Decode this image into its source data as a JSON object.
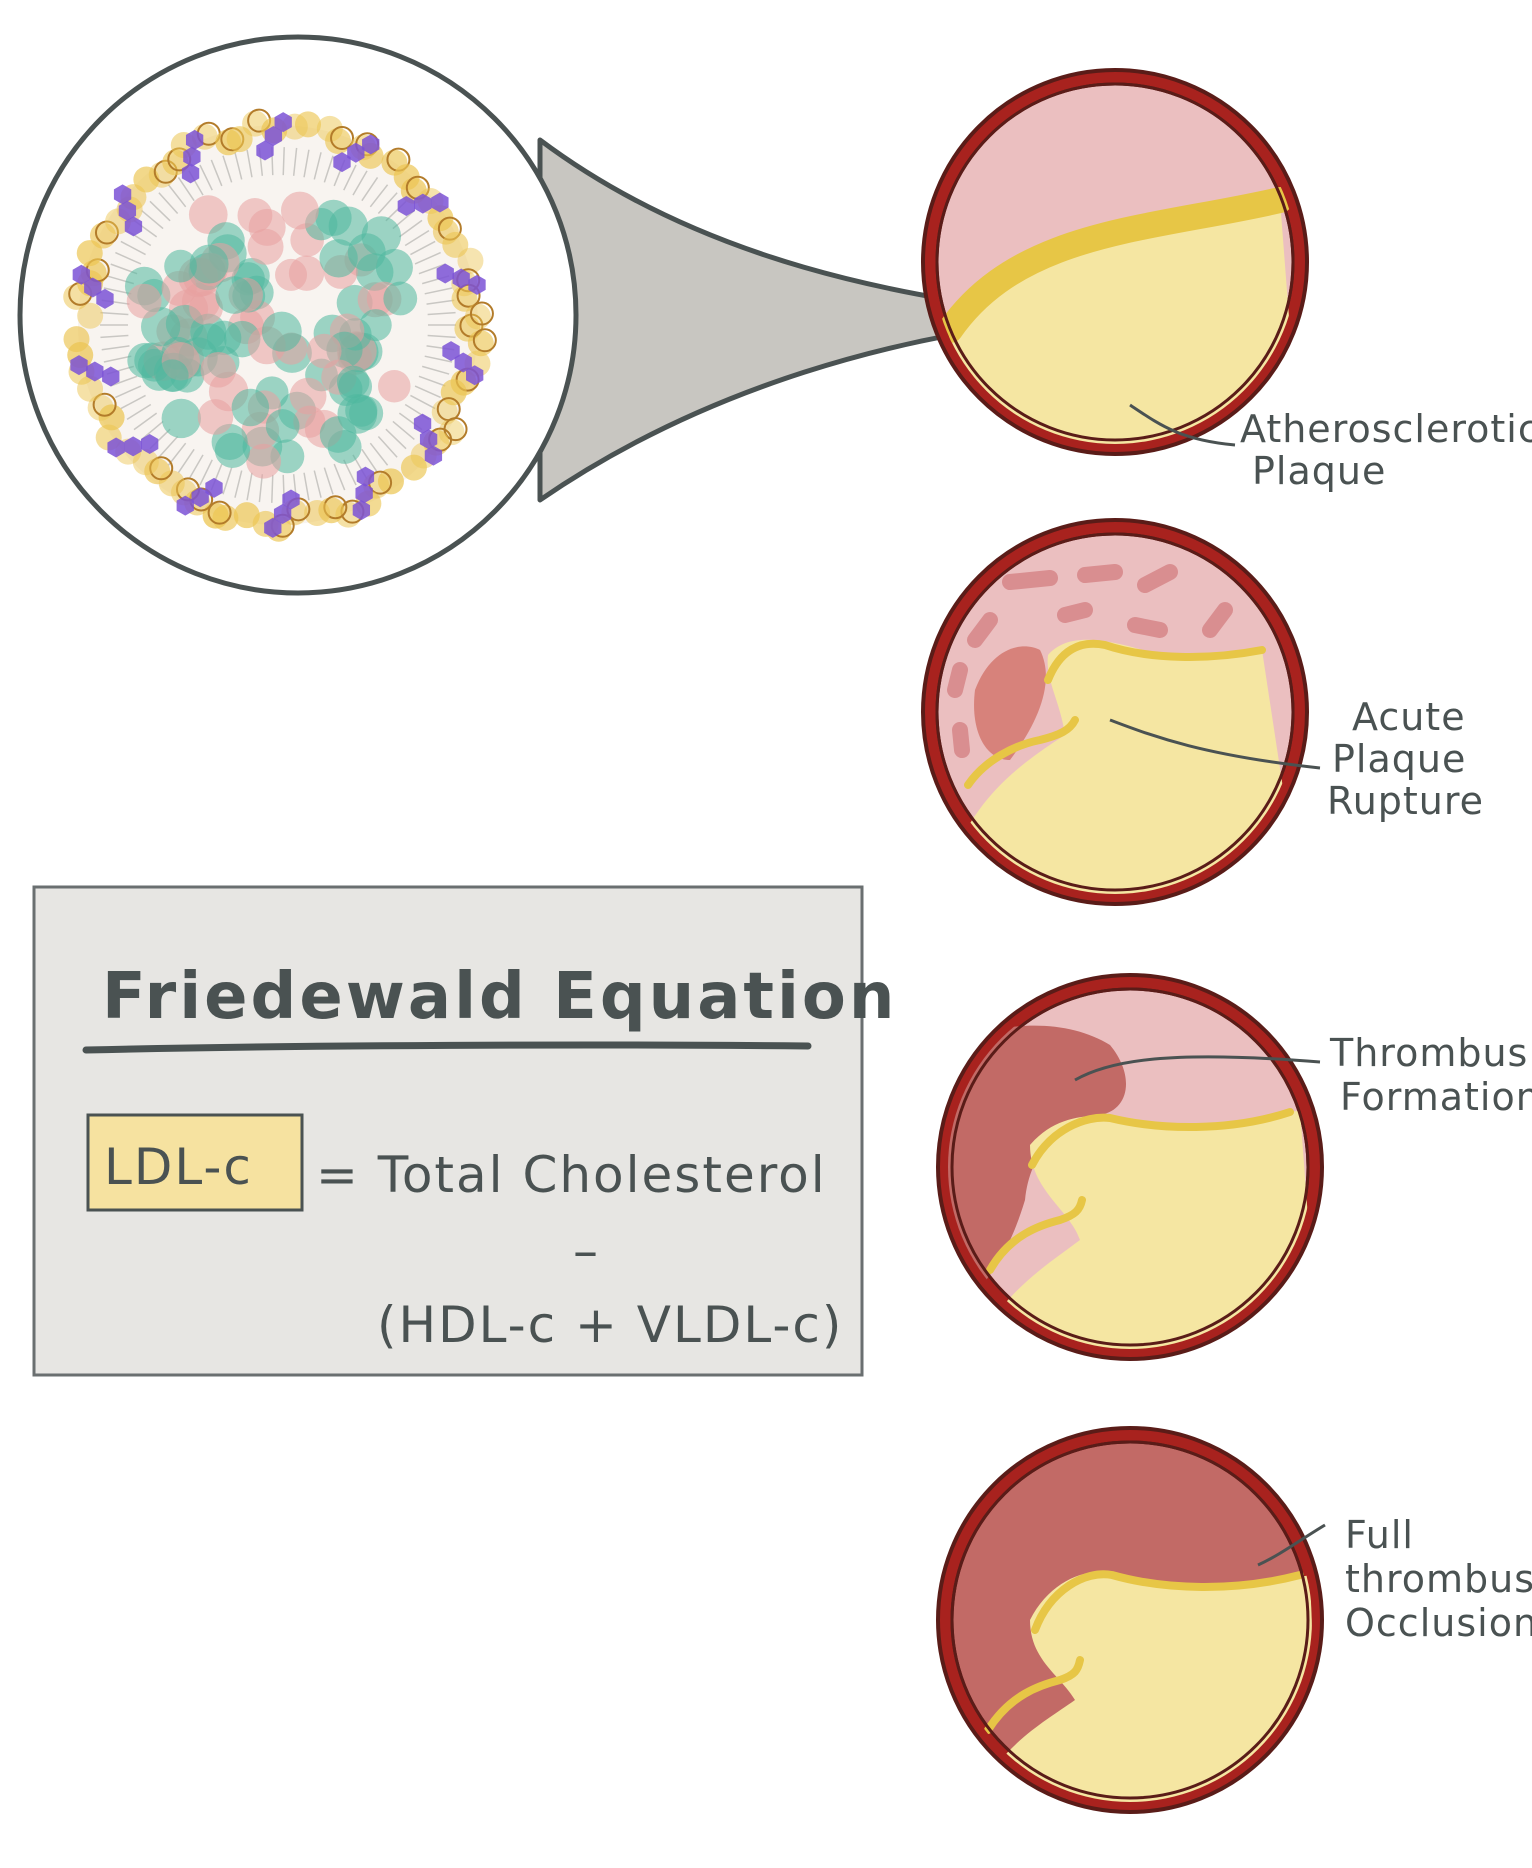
{
  "equation": {
    "title": "Friedewald Equation",
    "lhs": "LDL-c",
    "rhs_line1": "= Total Cholesterol",
    "minus": "–",
    "rhs_line2": "(HDL-c + VLDL-c)"
  },
  "stages": [
    {
      "label_lines": [
        "Atherosclerotic",
        "Plaque"
      ]
    },
    {
      "label_lines": [
        "Acute",
        "Plaque",
        "Rupture"
      ]
    },
    {
      "label_lines": [
        "Thrombus",
        "Formation"
      ]
    },
    {
      "label_lines": [
        "Full",
        "thrombus",
        "Occlusion"
      ]
    }
  ],
  "colors": {
    "vessel_wall": "#a8221e",
    "lumen": "#ebbfc0",
    "plaque": "#f5e6a2",
    "plaque_edge": "#e7c646",
    "thrombus": "#c26a66",
    "ldl_core": "#4fb89e",
    "ldl_cholesterol": "#e7a0a0",
    "phospholipid": "#ecc552",
    "apolipoprotein": "#7b52d6",
    "equation_bg": "#e7e6e3",
    "highlight": "#f6e2a0"
  }
}
